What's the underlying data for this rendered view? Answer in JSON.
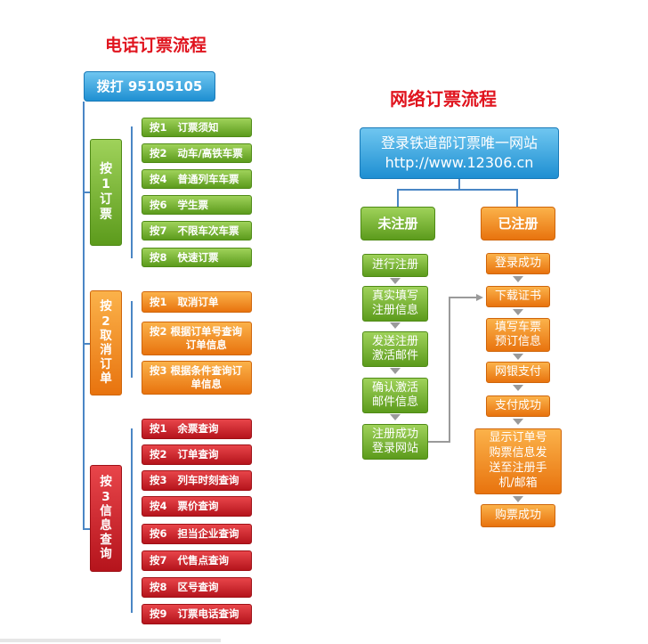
{
  "phone": {
    "title": "电话订票流程",
    "dial": "拨打 95105105",
    "groups": [
      {
        "label": [
          "按",
          "1",
          "订",
          "票"
        ],
        "items": [
          {
            "key": "按1",
            "text": "订票须知"
          },
          {
            "key": "按2",
            "text": "动车/高铁车票"
          },
          {
            "key": "按4",
            "text": "普通列车车票"
          },
          {
            "key": "按6",
            "text": "学生票"
          },
          {
            "key": "按7",
            "text": "不限车次车票"
          },
          {
            "key": "按8",
            "text": "快速订票"
          }
        ]
      },
      {
        "label": [
          "按",
          "2",
          "取",
          "消",
          "订",
          "单"
        ],
        "items": [
          {
            "key": "按1",
            "text": "取消订单"
          },
          {
            "key": "按2",
            "text": "根据订单号查询\n订单信息"
          },
          {
            "key": "按3",
            "text": "根据条件查询订\n单信息"
          }
        ]
      },
      {
        "label": [
          "按",
          "3",
          "信",
          "息",
          "查",
          "询"
        ],
        "items": [
          {
            "key": "按1",
            "text": "余票查询"
          },
          {
            "key": "按2",
            "text": "订单查询"
          },
          {
            "key": "按3",
            "text": "列车时刻查询"
          },
          {
            "key": "按4",
            "text": "票价查询"
          },
          {
            "key": "按6",
            "text": "担当企业查询"
          },
          {
            "key": "按7",
            "text": "代售点查询"
          },
          {
            "key": "按8",
            "text": "区号查询"
          },
          {
            "key": "按9",
            "text": "订票电话查询"
          }
        ]
      }
    ]
  },
  "online": {
    "title": "网络订票流程",
    "top": {
      "line1": "登录铁道部订票唯一网站",
      "line2": "http://www.12306.cn"
    },
    "unregistered": {
      "label": "未注册",
      "steps": [
        "进行注册",
        "真实填写\n注册信息",
        "发送注册\n激活邮件",
        "确认激活\n邮件信息",
        "注册成功\n登录网站"
      ]
    },
    "registered": {
      "label": "已注册",
      "steps": [
        "登录成功",
        "下载证书",
        "填写车票\n预订信息",
        "网银支付",
        "支付成功",
        "显示订单号\n购票信息发\n送至注册手\n机/邮箱",
        "购票成功"
      ]
    }
  }
}
